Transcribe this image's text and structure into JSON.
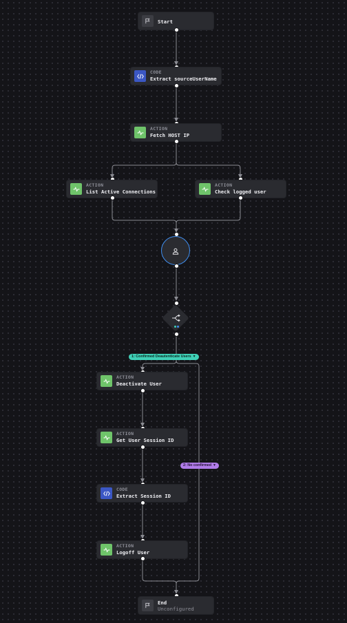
{
  "nodes": {
    "start": {
      "title": "Start",
      "icon": "flag-icon"
    },
    "extract_username": {
      "type": "CODE",
      "title": "Extract sourceUserName",
      "icon": "code-icon"
    },
    "fetch_host_ip": {
      "type": "ACTION",
      "title": "Fetch HOST IP",
      "icon": "activity-icon"
    },
    "list_connections": {
      "type": "ACTION",
      "title": "List Active Connections",
      "icon": "activity-icon"
    },
    "check_logged_user": {
      "type": "ACTION",
      "title": "Check logged user",
      "icon": "activity-icon"
    },
    "deactivate_user": {
      "type": "ACTION",
      "title": "Deactivate User",
      "icon": "activity-icon"
    },
    "get_session_id": {
      "type": "ACTION",
      "title": "Get User Session ID",
      "icon": "activity-icon"
    },
    "extract_session_id": {
      "type": "CODE",
      "title": "Extract Session ID",
      "icon": "code-icon"
    },
    "logoff_user": {
      "type": "ACTION",
      "title": "Logoff User",
      "icon": "activity-icon"
    },
    "end": {
      "title": "End",
      "subtitle": "Unconfigured",
      "icon": "flag-icon"
    }
  },
  "wait_node": {
    "icon": "user-icon"
  },
  "condition_node": {
    "icon": "branch-icon"
  },
  "branches": {
    "branch1": {
      "label": "1: Confirmed Deautenticate Users",
      "color": "#3fd0b6"
    },
    "branch2": {
      "label": "2: No confirmed",
      "color": "#b07ce8"
    }
  },
  "colors": {
    "action": "#6fc46a",
    "code": "#3b57c4",
    "wait_border": "#3f8ef0",
    "edge": "#8a8b92"
  }
}
